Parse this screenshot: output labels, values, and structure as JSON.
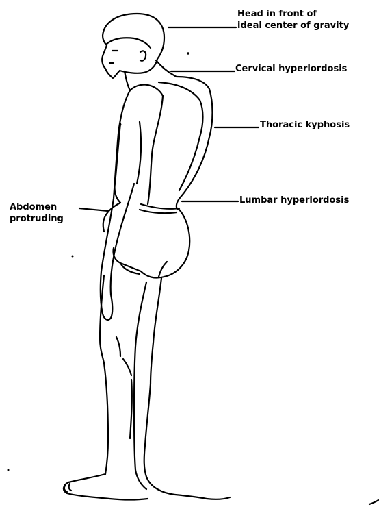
{
  "labels": {
    "head": {
      "line1": "Head in front of",
      "line2": "ideal center of gravity"
    },
    "cervical": "Cervical hyperlordosis",
    "thoracic": "Thoracic kyphosis",
    "lumbar": "Lumbar hyperlordosis",
    "abdomen": {
      "line1": "Abdomen",
      "line2": "protruding"
    }
  },
  "colors": {
    "ink": "#000000",
    "background": "#ffffff"
  }
}
